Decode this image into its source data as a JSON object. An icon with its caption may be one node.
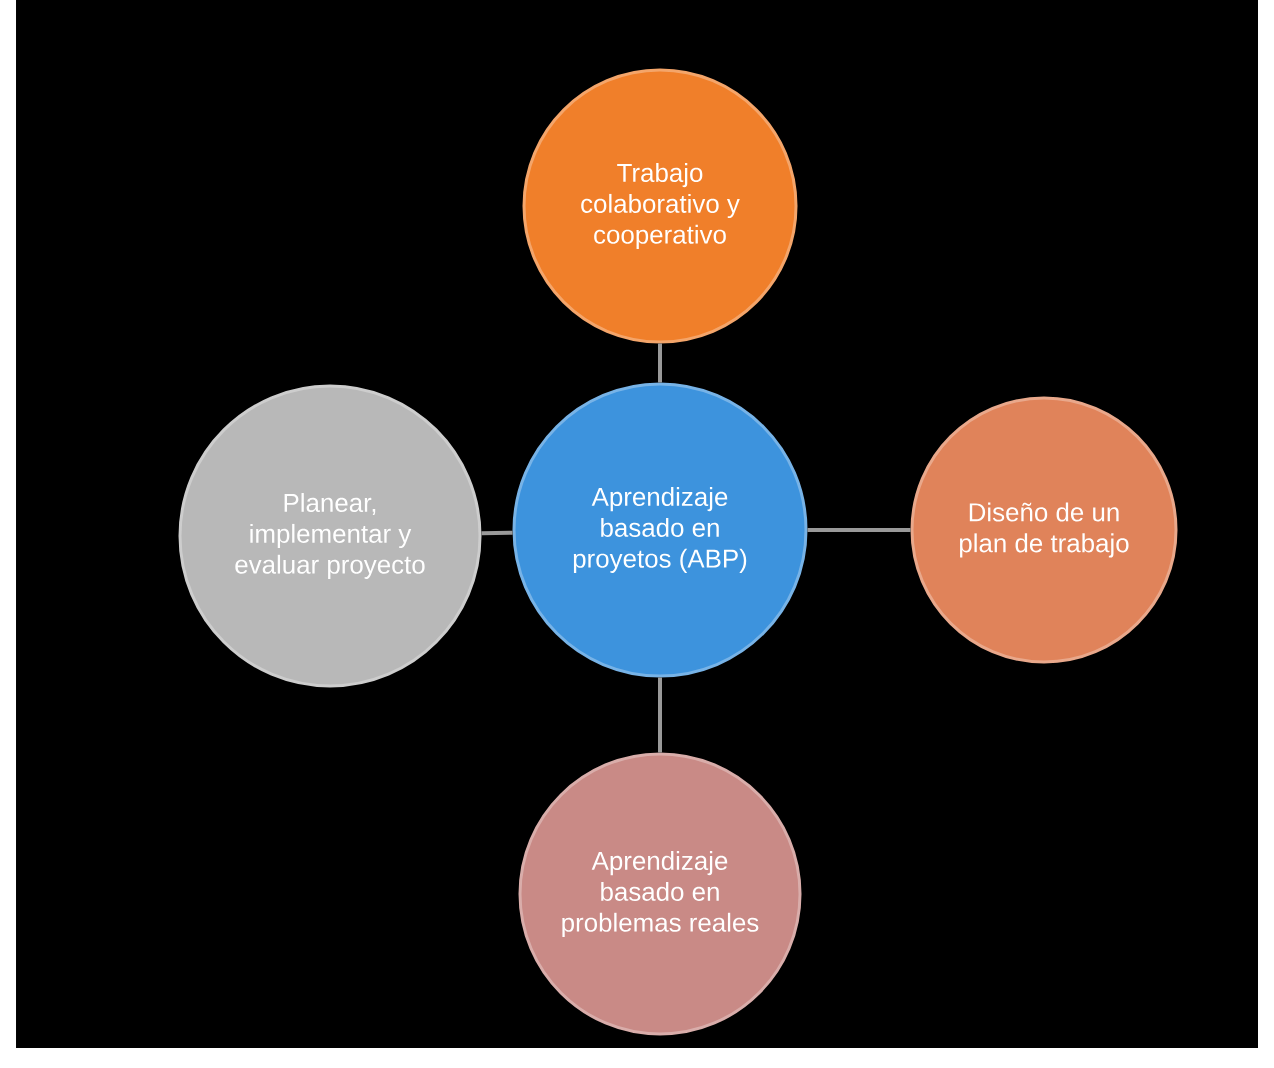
{
  "diagram": {
    "nodes": [
      {
        "text": [
          "Trabajo colaborativo y cooperativo"
        ]
      },
      {
        "text": [
          "Planear, implementar y evaluar proyecto"
        ]
      },
      {
        "text": [
          "Aprendizaje basado en proyetos (ABP)"
        ]
      },
      {
        "text": [
          "Diseño de un plan de trabajo"
        ]
      },
      {
        "text": [
          "Aprendizaje basado en problemas reales"
        ]
      }
    ],
    "edges": [
      {
        "from": 2,
        "to": 0,
        "arrow": "none"
      },
      {
        "from": 2,
        "to": 1,
        "arrow": "none"
      },
      {
        "from": 2,
        "to": 3,
        "arrow": "none"
      },
      {
        "from": 2,
        "to": 4,
        "arrow": "none"
      }
    ]
  }
}
